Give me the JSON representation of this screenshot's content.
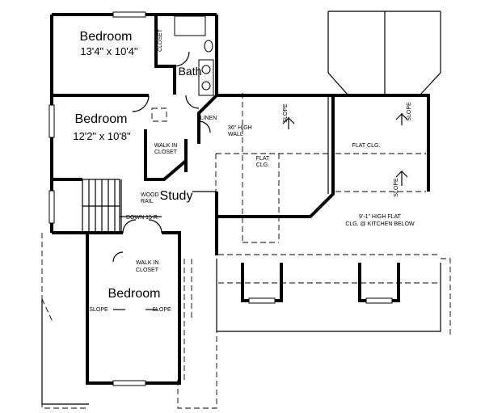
{
  "rooms": {
    "bedroom_top": {
      "name": "Bedroom",
      "dims": "13'4\" x 10'4\""
    },
    "bedroom_mid": {
      "name": "Bedroom",
      "dims": "12'2\" x 10'8\""
    },
    "bedroom_bottom": {
      "name": "Bedroom"
    },
    "bath": {
      "name": "Bath"
    },
    "study": {
      "name": "Study"
    }
  },
  "notes": {
    "closet": "CLOSET",
    "linen": "LINEN",
    "walk_in_closet_1": [
      "WALK IN",
      "CLOSET"
    ],
    "walk_in_closet_2": [
      "WALK IN",
      "CLOSET"
    ],
    "wood_rail": [
      "WOOD",
      "RAIL"
    ],
    "down": "DOWN 15 R.",
    "high_wall": [
      "36\" HIGH",
      "WALL"
    ],
    "flat_clg": [
      "FLAT",
      "CLG."
    ],
    "flat_clg_2": "FLAT CLG.",
    "high_flat": [
      "9'-1\" HIGH FLAT",
      "CLG. @ KITCHEN BELOW"
    ],
    "slope": "SLOPE"
  }
}
